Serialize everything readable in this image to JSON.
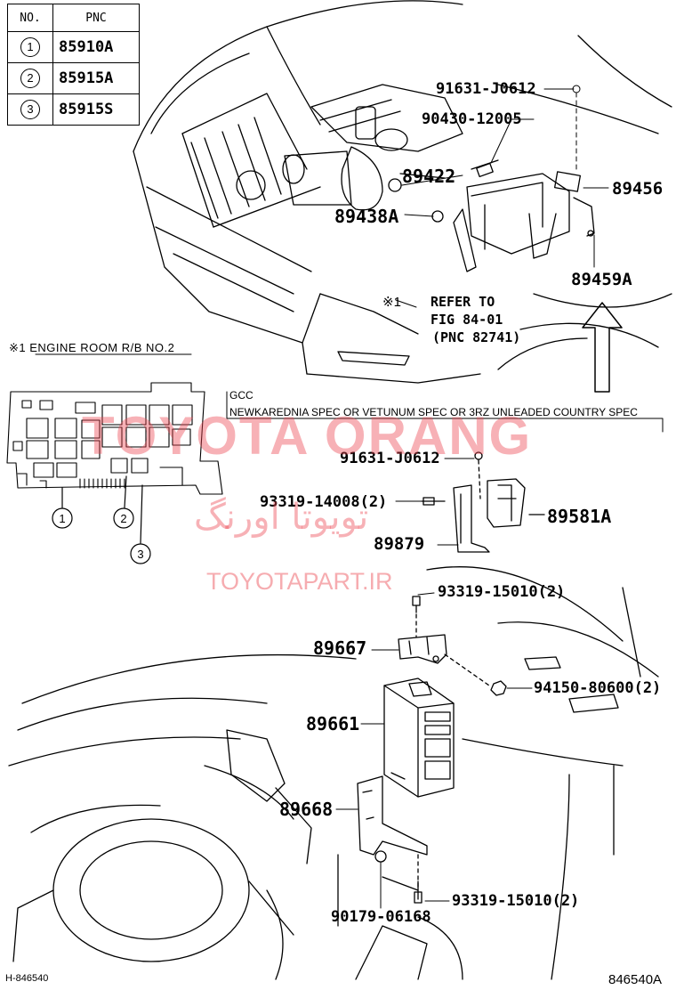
{
  "table": {
    "header_no": "NO.",
    "header_pnc": "PNC",
    "rows": [
      {
        "no": "1",
        "pnc": "85910A"
      },
      {
        "no": "2",
        "pnc": "85915A"
      },
      {
        "no": "3",
        "pnc": "85915S"
      }
    ]
  },
  "callouts": {
    "c91631_top": "91631-J0612",
    "c90430": "90430-12005",
    "c89422": "89422",
    "c89456": "89456",
    "c89438a": "89438A",
    "c89459a": "89459A",
    "asterisk1": "※1",
    "refer1": "REFER TO",
    "refer2": "FIG 84-01",
    "refer3": "(PNC 82741)",
    "engine_room": "※1 ENGINE ROOM R/B NO.2",
    "gcc": "GCC",
    "spec": "NEWKAREDNIA SPEC OR VETUNUM SPEC OR 3RZ UNLEADED COUNTRY SPEC",
    "c91631_mid": "91631-J0612",
    "c93319_14008": "93319-14008(2)",
    "c89581a": "89581A",
    "c89879": "89879",
    "c93319_15010a": "93319-15010(2)",
    "c89667": "89667",
    "c94150": "94150-80600(2)",
    "c89661": "89661",
    "c89668": "89668",
    "c93319_15010b": "93319-15010(2)",
    "c90179": "90179-06168",
    "footer_left": "H-846540",
    "footer_right": "846540A"
  },
  "fuse_markers": [
    "1",
    "2",
    "3"
  ],
  "watermark": {
    "brand": "TOYOTA ORANG",
    "persian": "تویوتا اورنگ",
    "site": "TOYOTAPART.IR",
    "color": "#eb4650"
  }
}
